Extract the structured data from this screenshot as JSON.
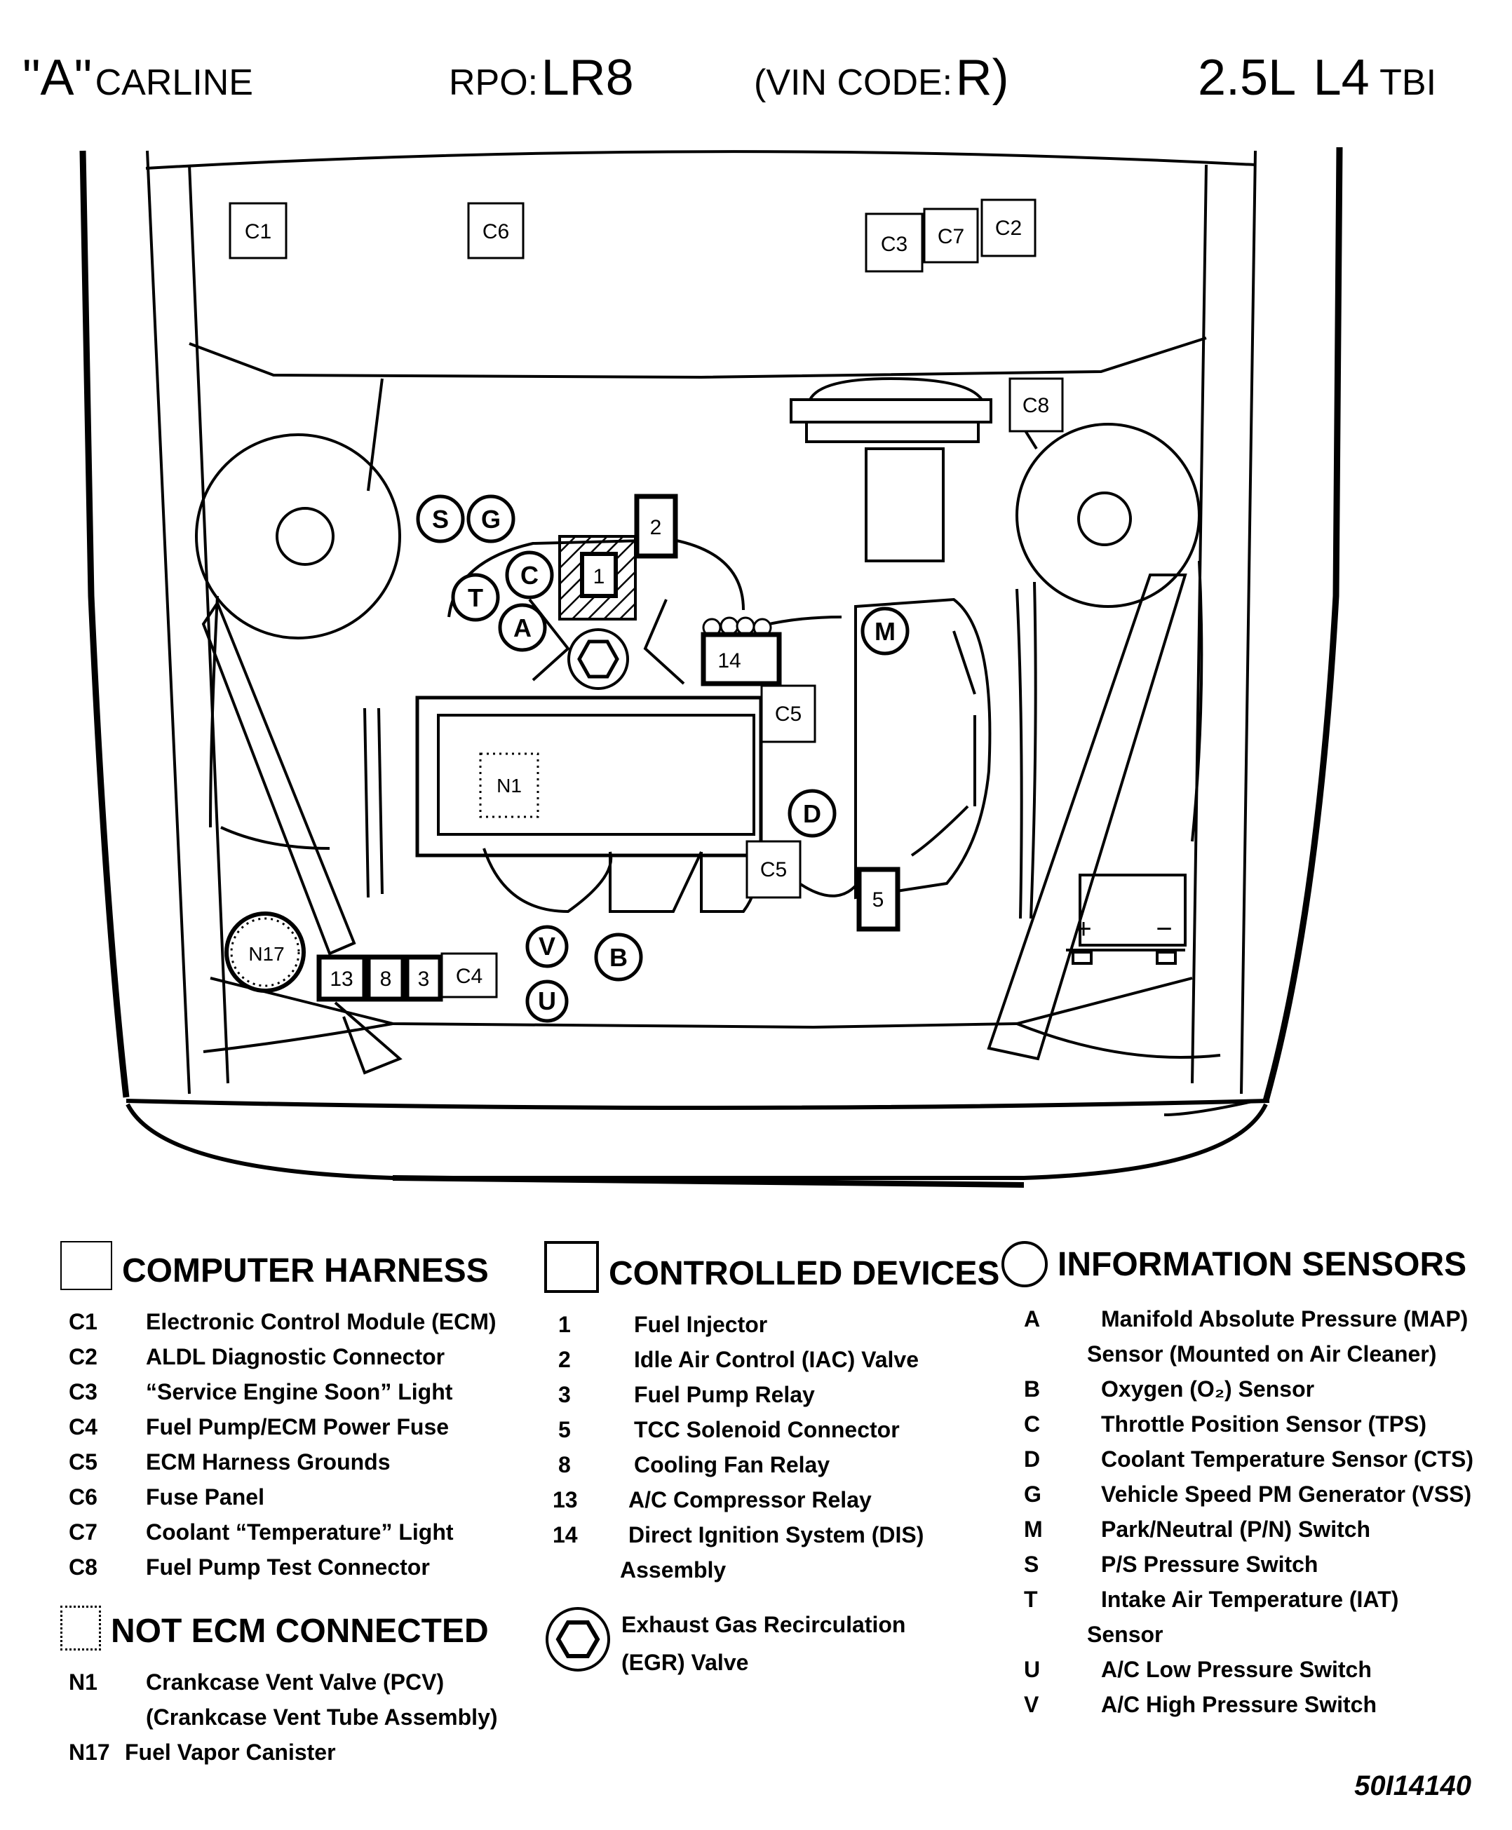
{
  "header": {
    "carline_code": "\"A\"",
    "carline_label": "CARLINE",
    "rpo_label": "RPO:",
    "rpo_value": "LR8",
    "vin_open": "(VIN CODE:",
    "vin_value": "R)",
    "engine_size": "2.5L",
    "engine_type": "L4",
    "engine_fuel": "TBI"
  },
  "diagram_labels": {
    "C1": "C1",
    "C2": "C2",
    "C3": "C3",
    "C4": "C4",
    "C5": "C5",
    "C6": "C6",
    "C7": "C7",
    "C8": "C8",
    "d1": "1",
    "d2": "2",
    "d3": "3",
    "d5": "5",
    "d8": "8",
    "d13": "13",
    "d14": "14",
    "A": "A",
    "B": "B",
    "C": "C",
    "D": "D",
    "G": "G",
    "M": "M",
    "S": "S",
    "T": "T",
    "U": "U",
    "V": "V",
    "N1": "N1",
    "N17": "N17",
    "plus": "+",
    "minus": "−"
  },
  "legend": {
    "computer_harness": {
      "title": "COMPUTER HARNESS",
      "items": [
        {
          "code": "C1",
          "desc": "Electronic Control Module (ECM)"
        },
        {
          "code": "C2",
          "desc": "ALDL Diagnostic Connector"
        },
        {
          "code": "C3",
          "desc": "“Service Engine Soon” Light"
        },
        {
          "code": "C4",
          "desc": "Fuel Pump/ECM Power Fuse"
        },
        {
          "code": "C5",
          "desc": " ECM Harness Grounds"
        },
        {
          "code": "C6",
          "desc": "Fuse Panel"
        },
        {
          "code": "C7",
          "desc": "Coolant “Temperature” Light"
        },
        {
          "code": "C8",
          "desc": "Fuel Pump Test Connector"
        }
      ]
    },
    "not_ecm": {
      "title": "NOT ECM CONNECTED",
      "items": [
        {
          "code": "N1",
          "desc": "Crankcase Vent Valve (PCV)",
          "cont": "(Crankcase Vent Tube Assembly)"
        },
        {
          "code": "N17",
          "desc": "Fuel Vapor Canister"
        }
      ]
    },
    "controlled_devices": {
      "title": "CONTROLLED DEVICES",
      "items": [
        {
          "code": "1",
          "desc": "Fuel Injector"
        },
        {
          "code": "2",
          "desc": "Idle Air Control (IAC) Valve"
        },
        {
          "code": "3",
          "desc": "Fuel Pump Relay"
        },
        {
          "code": "5",
          "desc": "TCC Solenoid Connector"
        },
        {
          "code": "8",
          "desc": "Cooling Fan Relay"
        },
        {
          "code": "13",
          "desc": "A/C Compressor Relay"
        },
        {
          "code": "14",
          "desc": "Direct Ignition System (DIS)",
          "cont": "Assembly"
        }
      ],
      "egr_line1": "Exhaust Gas Recirculation",
      "egr_line2": "(EGR) Valve"
    },
    "information_sensors": {
      "title": "INFORMATION SENSORS",
      "items": [
        {
          "code": "A",
          "desc": "Manifold  Absolute Pressure (MAP)",
          "cont": "Sensor (Mounted on Air Cleaner)"
        },
        {
          "code": "B",
          "desc": "Oxygen (O₂) Sensor"
        },
        {
          "code": "C",
          "desc": "Throttle Position Sensor (TPS)"
        },
        {
          "code": "D",
          "desc": "Coolant Temperature Sensor (CTS)"
        },
        {
          "code": "G",
          "desc": "Vehicle Speed PM Generator (VSS)"
        },
        {
          "code": "M",
          "desc": "Park/Neutral (P/N) Switch"
        },
        {
          "code": "S",
          "desc": "P/S Pressure Switch"
        },
        {
          "code": "T",
          "desc": "Intake Air Temperature (IAT)",
          "cont": "Sensor"
        },
        {
          "code": "U",
          "desc": "A/C Low Pressure Switch"
        },
        {
          "code": "V",
          "desc": "A/C High Pressure Switch"
        }
      ]
    }
  },
  "figure_ref": "50I14140"
}
